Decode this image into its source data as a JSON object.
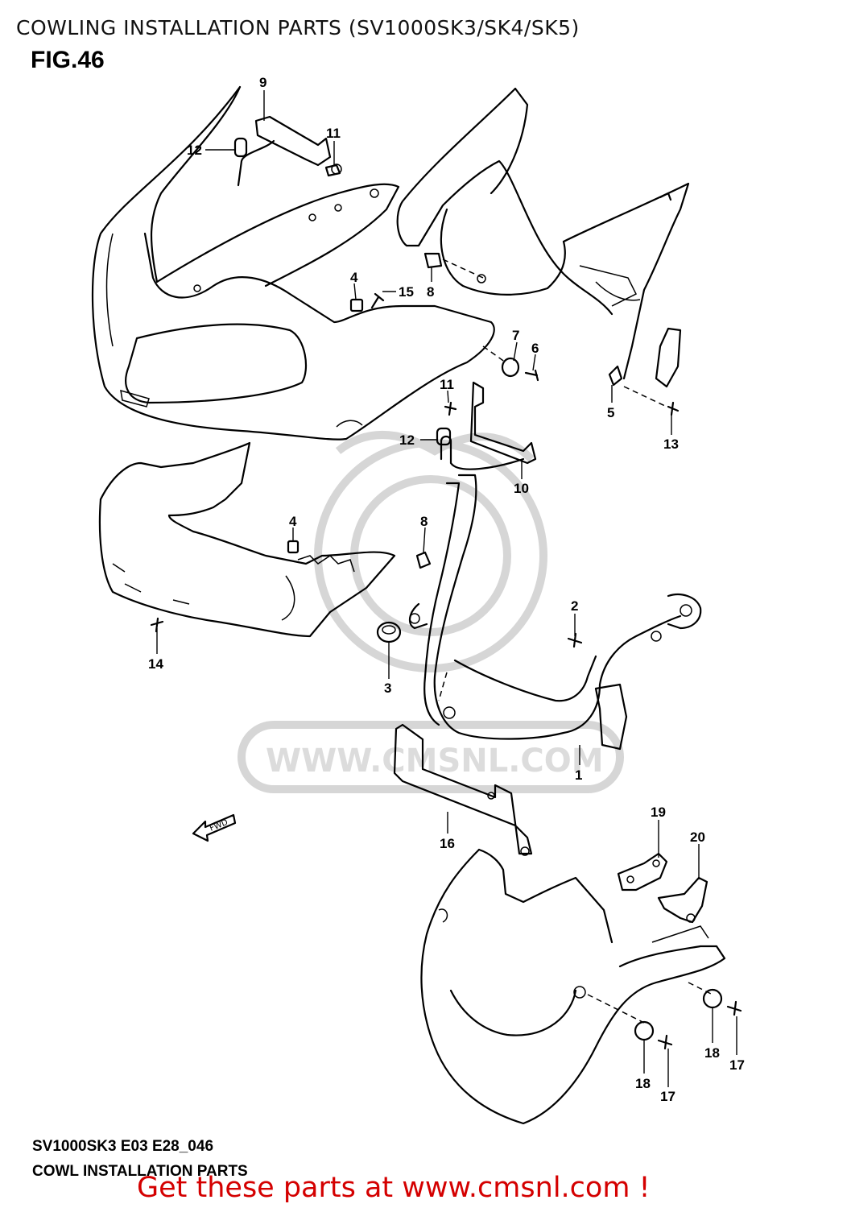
{
  "header": {
    "title": "COWLING INSTALLATION PARTS (SV1000SK3/SK4/SK5)",
    "figure": "FIG.46"
  },
  "footer": {
    "code": "SV1000SK3 E03 E28_046",
    "caption": "COWL INSTALLATION PARTS",
    "promo": "Get these parts at www.cmsnl.com !"
  },
  "watermark": {
    "text": "WWW.CMSNL.COM",
    "color": "#d6d6d6"
  },
  "direction_marker": "FWD",
  "parts": [
    "1",
    "2",
    "3",
    "4",
    "5",
    "6",
    "7",
    "8",
    "9",
    "10",
    "11",
    "12",
    "13",
    "14",
    "15",
    "16",
    "17",
    "18",
    "19",
    "20"
  ],
  "callouts": [
    {
      "id": "c9",
      "label": "9"
    },
    {
      "id": "c11a",
      "label": "11"
    },
    {
      "id": "c12a",
      "label": "12"
    },
    {
      "id": "c4a",
      "label": "4"
    },
    {
      "id": "c15",
      "label": "15"
    },
    {
      "id": "c8a",
      "label": "8"
    },
    {
      "id": "c7",
      "label": "7"
    },
    {
      "id": "c6",
      "label": "6"
    },
    {
      "id": "c11b",
      "label": "11"
    },
    {
      "id": "c12b",
      "label": "12"
    },
    {
      "id": "c10",
      "label": "10"
    },
    {
      "id": "c5",
      "label": "5"
    },
    {
      "id": "c13",
      "label": "13"
    },
    {
      "id": "c4b",
      "label": "4"
    },
    {
      "id": "c8b",
      "label": "8"
    },
    {
      "id": "c14",
      "label": "14"
    },
    {
      "id": "c2",
      "label": "2"
    },
    {
      "id": "c3",
      "label": "3"
    },
    {
      "id": "c1",
      "label": "1"
    },
    {
      "id": "c16",
      "label": "16"
    },
    {
      "id": "c19",
      "label": "19"
    },
    {
      "id": "c20",
      "label": "20"
    },
    {
      "id": "c18a",
      "label": "18"
    },
    {
      "id": "c17a",
      "label": "17"
    },
    {
      "id": "c18b",
      "label": "18"
    },
    {
      "id": "c17b",
      "label": "17"
    }
  ]
}
